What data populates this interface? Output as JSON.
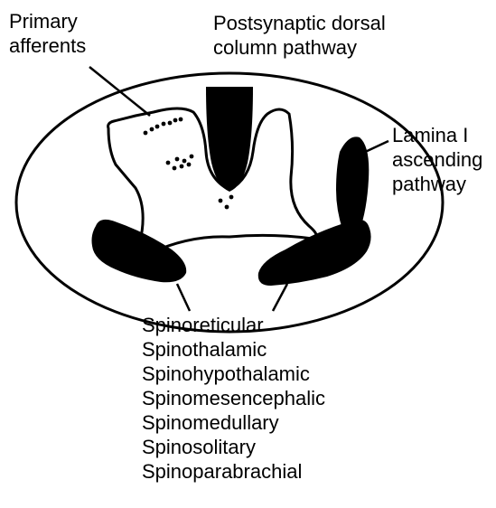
{
  "labels": {
    "primary_afferents": [
      "Primary",
      "afferents"
    ],
    "postsynaptic_dorsal_column": [
      "Postsynaptic dorsal",
      "column pathway"
    ],
    "lamina_i": [
      "Lamina I",
      "ascending",
      "pathway"
    ],
    "tracts": [
      "Spinoreticular",
      "Spinothalamic",
      "Spinohypothalamic",
      "Spinomesencephalic",
      "Spinomedullary",
      "Spinosolitary",
      "Spinoparabrachial"
    ]
  },
  "colors": {
    "ink": "#000000",
    "background": "#ffffff"
  }
}
